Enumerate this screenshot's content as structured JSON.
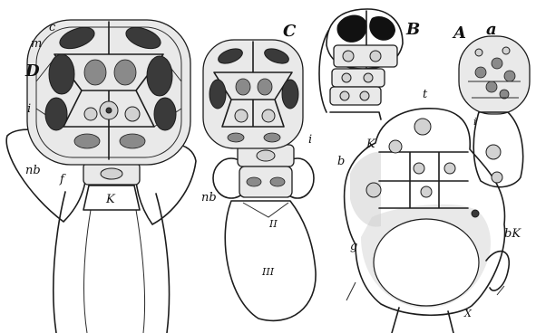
{
  "figure": {
    "labels": {
      "panel_D": "D",
      "panel_C": "C",
      "panel_B": "B",
      "panel_A": "A",
      "label_a": "a",
      "label_c": "c",
      "label_m": "m",
      "label_i_D": "i",
      "label_nb_D": "nb",
      "label_f": "f",
      "label_K_D": "K",
      "label_i_C": "i",
      "label_nb_C": "nb",
      "label_II": "II",
      "label_III": "III",
      "label_t": "t",
      "label_K_A": "K",
      "label_i_A": "i",
      "label_b": "b",
      "label_g": "g",
      "label_bK": "bK",
      "label_X": "X"
    },
    "colors": {
      "ink": "#1c1c1c",
      "paper": "#ffffff",
      "cell_shading": "#e9e9e9",
      "stipple": "#cfcfcf"
    }
  }
}
